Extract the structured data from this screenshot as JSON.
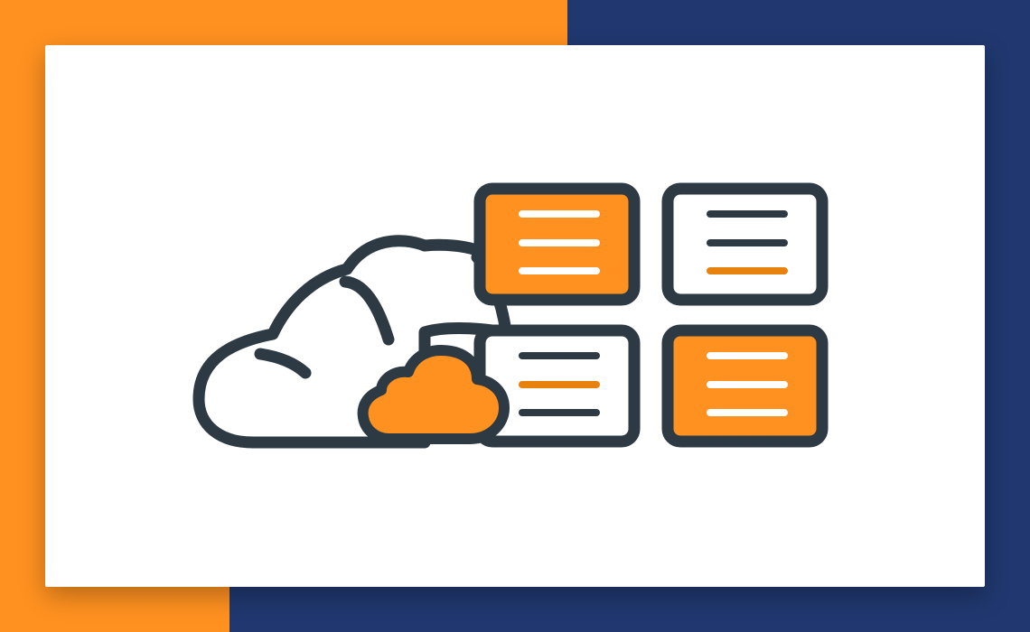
{
  "colors": {
    "orange": "#FF9120",
    "navy": "#20386F",
    "card": "#FFFFFF",
    "outline": "#2D3A43",
    "accent_line": "#E8820E"
  },
  "illustration": {
    "icon": "cloud-storage-grid-icon",
    "panels": [
      {
        "fill": "orange",
        "lines": [
          "white",
          "white",
          "white"
        ]
      },
      {
        "fill": "white",
        "lines": [
          "dark",
          "dark",
          "orange"
        ]
      },
      {
        "fill": "white",
        "lines": [
          "dark",
          "orange",
          "dark"
        ]
      },
      {
        "fill": "orange",
        "lines": [
          "white",
          "white",
          "white"
        ]
      }
    ]
  }
}
